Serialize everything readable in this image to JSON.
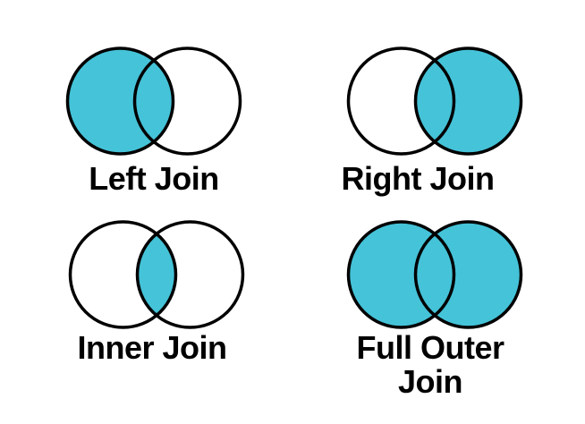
{
  "colors": {
    "fill": "#45C3D8",
    "stroke": "#000000",
    "background": "#FFFFFF"
  },
  "venns": [
    {
      "id": "left-join",
      "label": "Left Join",
      "fill_left": true,
      "fill_right": false,
      "fill_lens": false
    },
    {
      "id": "right-join",
      "label": "Right Join",
      "fill_left": false,
      "fill_right": true,
      "fill_lens": false
    },
    {
      "id": "inner-join",
      "label": "Inner Join",
      "fill_left": false,
      "fill_right": false,
      "fill_lens": true
    },
    {
      "id": "full-outer-join",
      "label": "Full Outer Join",
      "fill_left": true,
      "fill_right": true,
      "fill_lens": false
    }
  ]
}
